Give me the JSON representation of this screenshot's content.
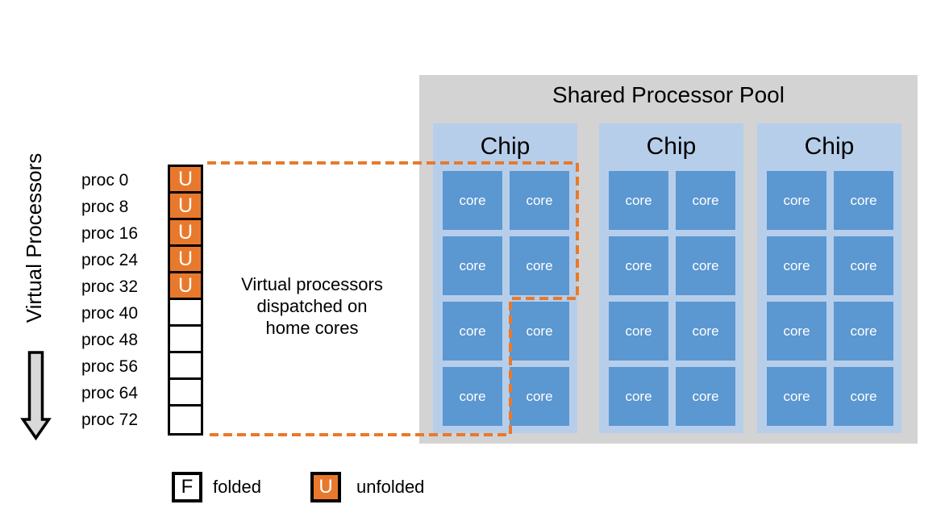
{
  "axis": {
    "title": "Virtual Processors",
    "arrow_icon": "down-block-arrow"
  },
  "vp_column": {
    "items": [
      {
        "label": "proc 0",
        "glyph": "U",
        "state": "unfolded"
      },
      {
        "label": "proc 8",
        "glyph": "U",
        "state": "unfolded"
      },
      {
        "label": "proc 16",
        "glyph": "U",
        "state": "unfolded"
      },
      {
        "label": "proc 24",
        "glyph": "U",
        "state": "unfolded"
      },
      {
        "label": "proc 32",
        "glyph": "U",
        "state": "unfolded"
      },
      {
        "label": "proc 40",
        "glyph": "",
        "state": "blank"
      },
      {
        "label": "proc 48",
        "glyph": "",
        "state": "blank"
      },
      {
        "label": "proc 56",
        "glyph": "",
        "state": "blank"
      },
      {
        "label": "proc 64",
        "glyph": "",
        "state": "blank"
      },
      {
        "label": "proc 72",
        "glyph": "",
        "state": "blank"
      }
    ]
  },
  "annotation": {
    "lines": [
      "Virtual processors",
      "dispatched on",
      "home cores"
    ]
  },
  "pool": {
    "title": "Shared Processor Pool",
    "core_label": "core",
    "cores_per_chip": 8,
    "chips": [
      {
        "label": "Chip"
      },
      {
        "label": "Chip"
      },
      {
        "label": "Chip"
      }
    ]
  },
  "legend": [
    {
      "glyph": "F",
      "label": "folded",
      "state": "folded"
    },
    {
      "glyph": "U",
      "label": "unfolded",
      "state": "unfolded"
    }
  ],
  "colors": {
    "unfolded_orange": "#E8792C",
    "dashed_outline_orange": "#E8792C",
    "pool_gray": "#D3D3D3",
    "chip_light_blue": "#B7CEEA",
    "core_blue": "#5B97D1",
    "arrow_gray": "#D9D9D9",
    "border_black": "#000000",
    "background": "#FFFFFF"
  }
}
